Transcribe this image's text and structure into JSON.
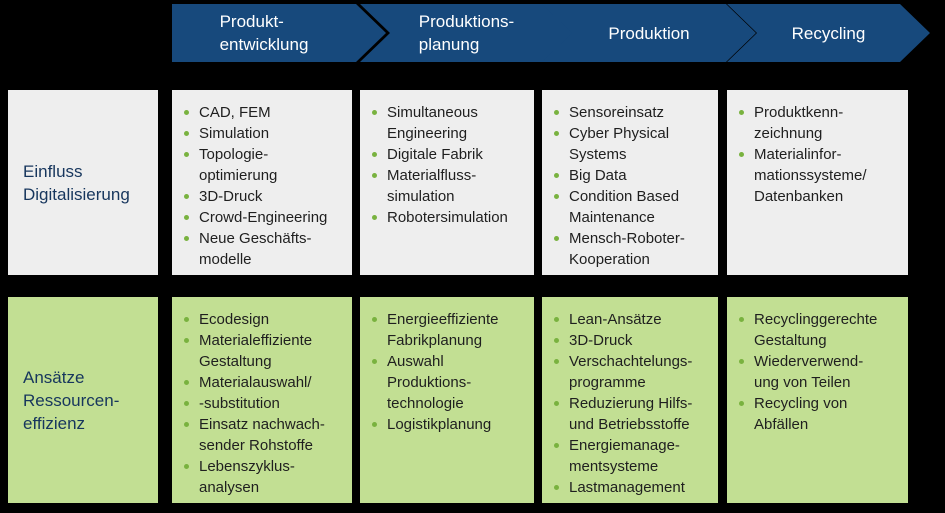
{
  "colors": {
    "arrow_blue": "#17497C",
    "digitalisierung_row_bg": "#EEEEEE",
    "ressourcen_row_bg": "#C2DF93",
    "bullet_green": "#79B23F",
    "label_navy": "#17365D",
    "background": "#000000"
  },
  "stages": [
    {
      "label": "Produkt-\nentwicklung"
    },
    {
      "label": "Produktions-\nplanung"
    },
    {
      "label": "Produktion"
    },
    {
      "label": "Recycling"
    }
  ],
  "rows": [
    {
      "label": "Einfluss\nDigitalisierung",
      "cols": [
        {
          "items": [
            "CAD, FEM",
            "Simulation",
            "Topologie-\noptimierung",
            "3D-Druck",
            "Crowd-Engineering",
            "Neue Geschäfts-\nmodelle"
          ]
        },
        {
          "items": [
            "Simultaneous\nEngineering",
            "Digitale Fabrik",
            "Materialfluss-\nsimulation",
            "Robotersimulation"
          ]
        },
        {
          "items": [
            "Sensoreinsatz",
            "Cyber Physical\nSystems",
            "Big Data",
            "Condition Based\nMaintenance",
            "Mensch-Roboter-\nKooperation"
          ]
        },
        {
          "items": [
            "Produktkenn-\nzeichnung",
            "Materialinfor-\nmationssysteme/\nDatenbanken"
          ]
        }
      ]
    },
    {
      "label": "Ansätze\nRessourcen-\neffizienz",
      "cols": [
        {
          "items": [
            "Ecodesign",
            "Materialeffiziente\nGestaltung",
            "Materialauswahl/",
            "-substitution",
            "Einsatz nachwach-\nsender Rohstoffe",
            "Lebenszyklus-\nanalysen"
          ]
        },
        {
          "items": [
            "Energieeffiziente\nFabrikplanung",
            "Auswahl\nProduktions-\ntechnologie",
            "Logistikplanung"
          ]
        },
        {
          "items": [
            "Lean-Ansätze",
            "3D-Druck",
            "Verschachtelungs-\nprogramme",
            "Reduzierung Hilfs-\nund Betriebsstoffe",
            "Energiemanage-\nmentsysteme",
            "Lastmanagement"
          ]
        },
        {
          "items": [
            "Recyclinggerechte\nGestaltung",
            "Wiederverwend-\nung von Teilen",
            "Recycling von\nAbfällen"
          ]
        }
      ]
    }
  ]
}
